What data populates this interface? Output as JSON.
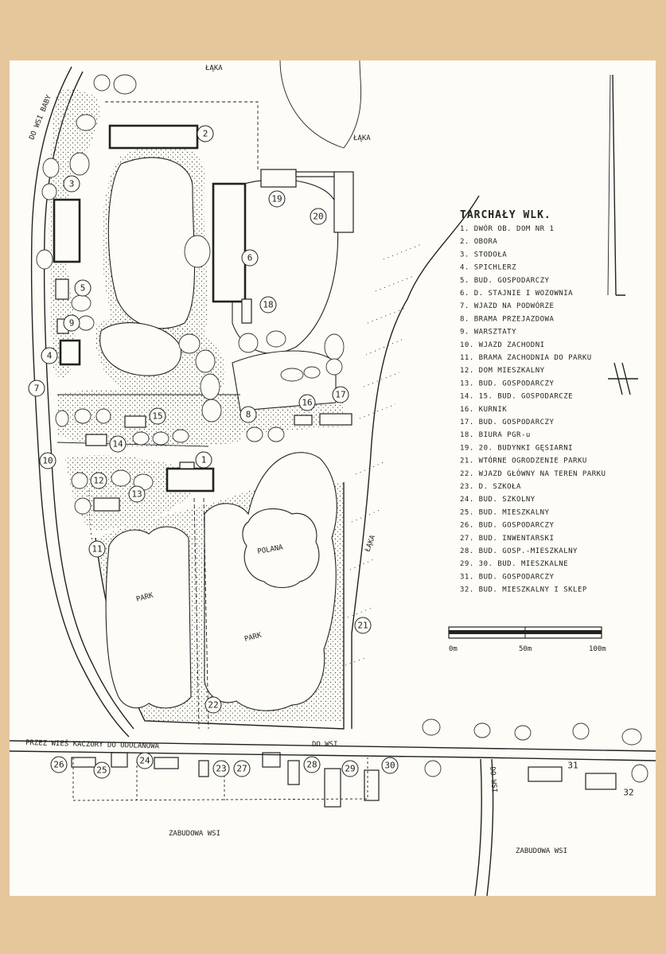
{
  "legend": {
    "title": "TARCHAŁY WLK.",
    "items": [
      "1. DWÓR OB. DOM NR 1",
      "2. OBORA",
      "3. STODOŁA",
      "4. SPICHLERZ",
      "5. BUD. GOSPODARCZY",
      "6. D. STAJNIE I WOZOWNIA",
      "7. WJAZD NA PODWÓRZE",
      "8. BRAMA PRZEJAZDOWA",
      "9. WARSZTATY",
      "10. WJAZD ZACHODNI",
      "11. BRAMA ZACHODNIA DO PARKU",
      "12. DOM MIESZKALNY",
      "13. BUD. GOSPODARCZY",
      "14. 15. BUD. GOSPODARCZE",
      "16. KURNIK",
      "17. BUD. GOSPODARCZY",
      "18. BIURA PGR-u",
      "19. 20. BUDYNKI GĘSIARNI",
      "21. WTÓRNE OGRODZENIE PARKU",
      "22. WJAZD GŁÓWNY NA TEREN PARKU",
      "23. D. SZKOŁA",
      "24. BUD. SZKOLNY",
      "25. BUD. MIESZKALNY",
      "26. BUD. GOSPODARCZY",
      "27. BUD. INWENTARSKI",
      "28. BUD. GOSP.-MIESZKALNY",
      "29. 30. BUD. MIESZKALNE",
      "31. BUD. GOSPODARCZY",
      "32. BUD. MIESZKALNY I SKLEP"
    ]
  },
  "labels": {
    "laka_top": "ŁĄKA",
    "laka_mid": "ŁĄKA",
    "laka_right": "ŁĄKA",
    "road_left": "DO WSI BABY",
    "road_bottom": "PRZEZ WIEŚ KACZORY DO ODOLANOWA",
    "road_to_village": "DO WSI",
    "road_vertical": "DO WSI",
    "park_left": "PARK",
    "park_center": "PARK",
    "clearing": "POLANA",
    "village_left": "ZABUDOWA WSI",
    "village_right": "ZABUDOWA WSI"
  },
  "scale": {
    "ticks": [
      "0m",
      "50m",
      "100m"
    ]
  },
  "markers": [
    "1",
    "2",
    "3",
    "4",
    "5",
    "6",
    "7",
    "8",
    "9",
    "10",
    "11",
    "12",
    "13",
    "14",
    "15",
    "16",
    "17",
    "18",
    "19",
    "20",
    "21",
    "22",
    "23",
    "24",
    "25",
    "26",
    "27",
    "28",
    "29",
    "30",
    "31",
    "32"
  ],
  "colors": {
    "paper": "#fdfcf6",
    "backing": "#e6c79b",
    "ink": "#222222"
  }
}
